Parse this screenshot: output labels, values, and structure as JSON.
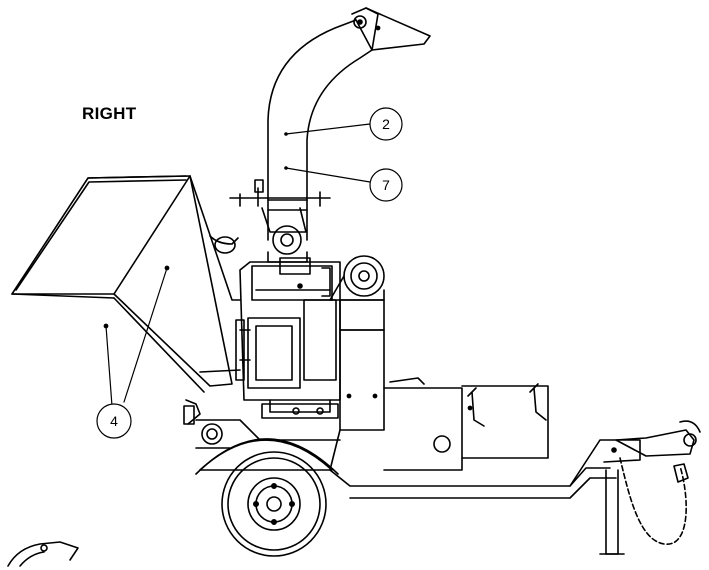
{
  "view_label": "RIGHT",
  "callouts": [
    {
      "id": "callout-2",
      "number": "2"
    },
    {
      "id": "callout-7",
      "number": "7"
    },
    {
      "id": "callout-4",
      "number": "4"
    }
  ],
  "colors": {
    "line": "#000000",
    "background": "#ffffff"
  }
}
